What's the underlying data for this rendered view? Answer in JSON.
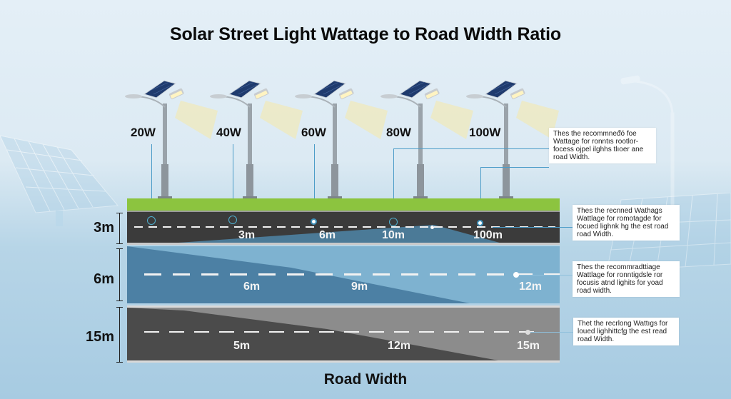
{
  "title": "Solar Street Light Wattage to Road Width Ratio",
  "x_axis_label": "Road Width",
  "lights": [
    {
      "wattage": "20W"
    },
    {
      "wattage": "40W"
    },
    {
      "wattage": "60W"
    },
    {
      "wattage": "80W"
    },
    {
      "wattage": "100W"
    }
  ],
  "lanes": [
    {
      "side_label": "3m",
      "markers": [
        "3m",
        "6m",
        "10m",
        "100m"
      ]
    },
    {
      "side_label": "6m",
      "markers": [
        "6m",
        "9m",
        "12m"
      ]
    },
    {
      "side_label": "15m",
      "markers": [
        "5m",
        "12m",
        "15m"
      ]
    }
  ],
  "notes": [
    {
      "text": "Thes the recommneᵭ́ó foe Wattage for ronntıs rootlor- focess ojpel ilghhs tlıoer ane road Width."
    },
    {
      "text": "Thes the recnned Wathags Wattlage for romotagde for focued lighnk hg the est road road Width."
    },
    {
      "text": "Thes the recommradttiage Wattlage for ronntigdsle ror focusis atnd lighits for yoad road width."
    },
    {
      "text": "Thet the recrlong Wattıgs for loued lighhittcf̧g the est read road Width."
    }
  ],
  "colors": {
    "grass": "#8cc43f",
    "asphalt": "#3b3b3b",
    "lane_blue": "#7eb2d0",
    "leader_line": "#4c9cc8",
    "lamp_light": "#f5e9a8"
  },
  "chart_data": {
    "type": "diagram",
    "title": "Solar Street Light Wattage to Road Width Ratio",
    "xlabel": "Road Width",
    "wattages": [
      "20W",
      "40W",
      "60W",
      "80W",
      "100W"
    ],
    "road_widths": [
      "3m",
      "6m",
      "15m"
    ],
    "lane_markers": {
      "3m": [
        "3m",
        "6m",
        "10m",
        "100m"
      ],
      "6m": [
        "6m",
        "9m",
        "12m"
      ],
      "15m": [
        "5m",
        "12m",
        "15m"
      ]
    }
  }
}
